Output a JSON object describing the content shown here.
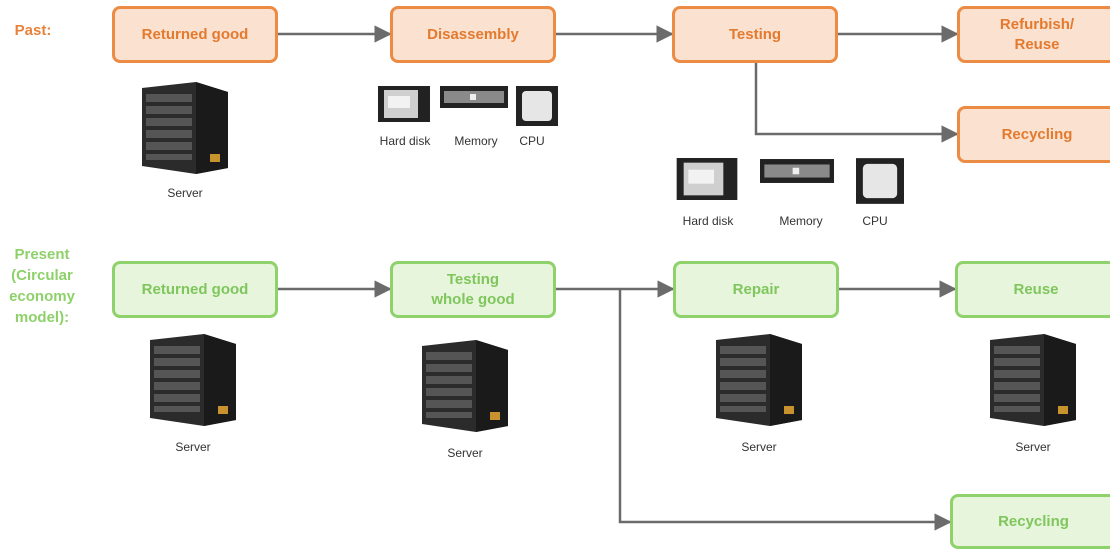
{
  "past": {
    "label": "Past:",
    "boxes": {
      "returned": "Returned good",
      "disassembly": "Disassembly",
      "testing": "Testing",
      "refurbish_line1": "Refurbish/",
      "refurbish_line2": "Reuse",
      "recycling": "Recycling"
    },
    "server_caption": "Server",
    "parts_captions": {
      "hard_disk": "Hard disk",
      "memory": "Memory",
      "cpu": "CPU"
    }
  },
  "present": {
    "label_line1": "Present",
    "label_line2": "(Circular",
    "label_line3": "economy",
    "label_line4": "model):",
    "boxes": {
      "returned": "Returned good",
      "testing_line1": "Testing",
      "testing_line2": "whole good",
      "repair": "Repair",
      "reuse": "Reuse",
      "recycling": "Recycling"
    },
    "server_caption": "Server"
  },
  "colors": {
    "past_accent": "#ec8b44",
    "past_fill": "#fbe1d0",
    "present_accent": "#8fd16b",
    "present_fill": "#e6f5dc",
    "arrow": "#6b6b6b"
  }
}
